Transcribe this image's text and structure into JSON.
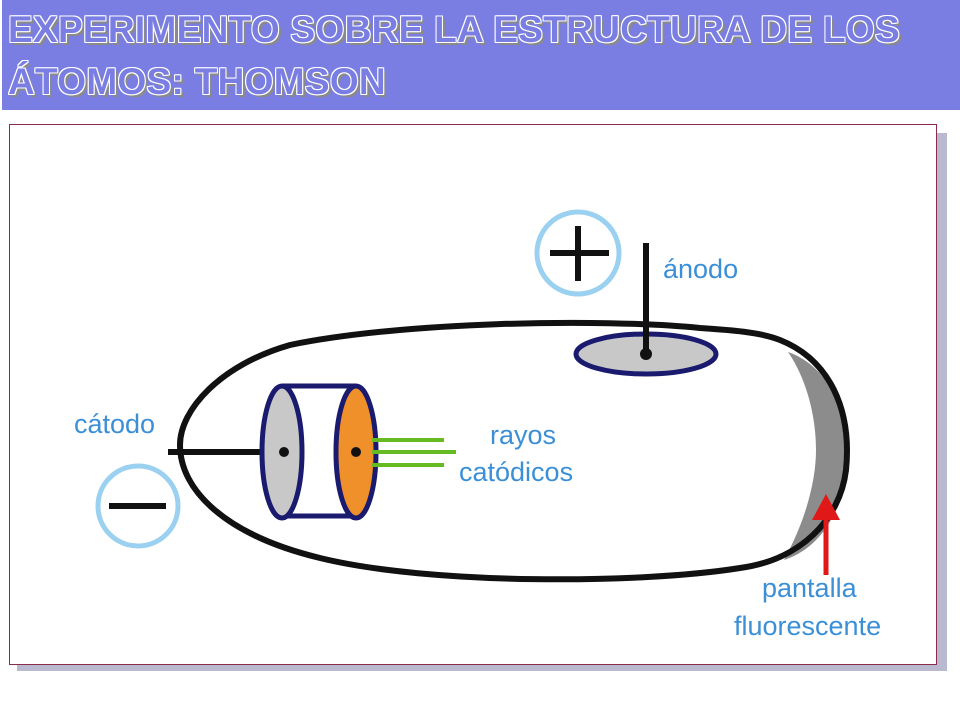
{
  "title": "EXPERIMENTO SOBRE LA ESTRUCTURA DE LOS ÁTOMOS: THOMSON",
  "labels": {
    "anode": "ánodo",
    "cathode": "cátodo",
    "rays_line1": "rayos",
    "rays_line2": "catódicos",
    "screen_line1": "pantalla",
    "screen_line2": "fluorescente"
  },
  "colors": {
    "title_bg": "#7a7ee3",
    "label_text": "#3b8fd6",
    "cathode_plate": "#c8c8c8",
    "anode_plate": "#f0902a",
    "rays": "#66bb22",
    "arrow": "#e01818",
    "screen": "#8c8c8c"
  }
}
